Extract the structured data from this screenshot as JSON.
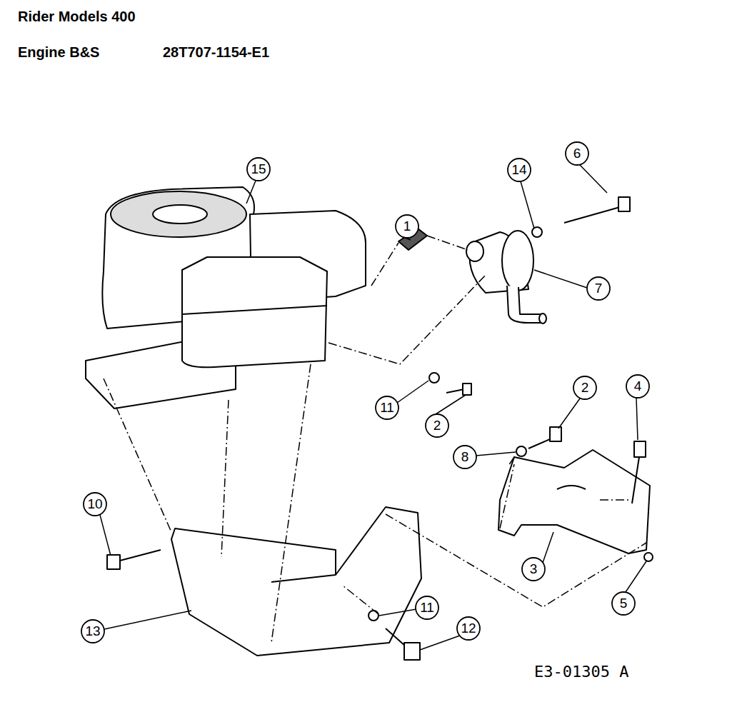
{
  "diagram": {
    "title": "Rider Models 400",
    "labels": [
      "Engine B&S",
      "28T707-1154-E1",
      "15",
      "14",
      "6",
      "1",
      "7",
      "11",
      "2",
      "2",
      "8",
      "4",
      "10",
      "3",
      "5",
      "11",
      "12",
      "13",
      "E3-01305 A"
    ]
  }
}
